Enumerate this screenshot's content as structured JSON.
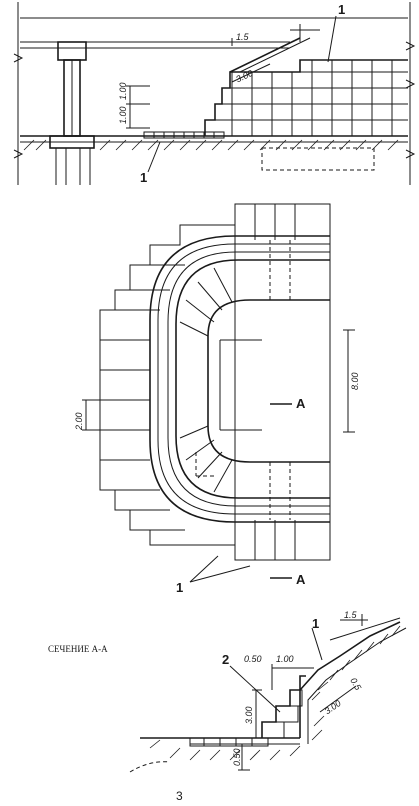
{
  "top_view": {
    "dim_step_width": "1.5",
    "dim_slope_length": "3.00",
    "dim_height_upper": "1.00",
    "dim_height_lower": "1.00",
    "callout_top": "1",
    "callout_bottom": "1"
  },
  "plan_view": {
    "dim_right": "8.00",
    "dim_left": "2.00",
    "section_mark_upper": "A",
    "section_mark_lower": "A",
    "callout": "1"
  },
  "section_view": {
    "title": "СЕЧЕНИЕ А-А",
    "dim_top_right": "1.5",
    "dim_step_tread": "0.50",
    "dim_step_width": "1.00",
    "dim_height": "3.00",
    "dim_slope_length": "3.00",
    "dim_slope_short": "0.5",
    "dim_base": "0.50",
    "callout_item": "2",
    "callout_slope": "1"
  },
  "page_number": "3"
}
